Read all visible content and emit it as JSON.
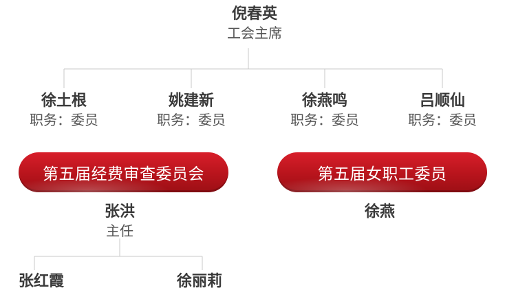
{
  "top": {
    "name": "倪春英",
    "role": "工会主席"
  },
  "members": [
    {
      "name": "徐土根",
      "role": "职务：委员"
    },
    {
      "name": "姚建新",
      "role": "职务：委员"
    },
    {
      "name": "徐燕鸣",
      "role": "职务：委员"
    },
    {
      "name": "吕顺仙",
      "role": "职务：委员"
    }
  ],
  "committees": [
    {
      "title": "第五届经费审查委员会"
    },
    {
      "title": "第五届女职工委员"
    }
  ],
  "audit": {
    "head": {
      "name": "张洪",
      "role": "主任"
    },
    "subs": [
      {
        "name": "张红霞"
      },
      {
        "name": "徐丽莉"
      }
    ]
  },
  "women": {
    "head": {
      "name": "徐燕"
    }
  },
  "colors": {
    "banner": "#c8161f",
    "connector": "#c9c9c9",
    "text": "#333333"
  }
}
